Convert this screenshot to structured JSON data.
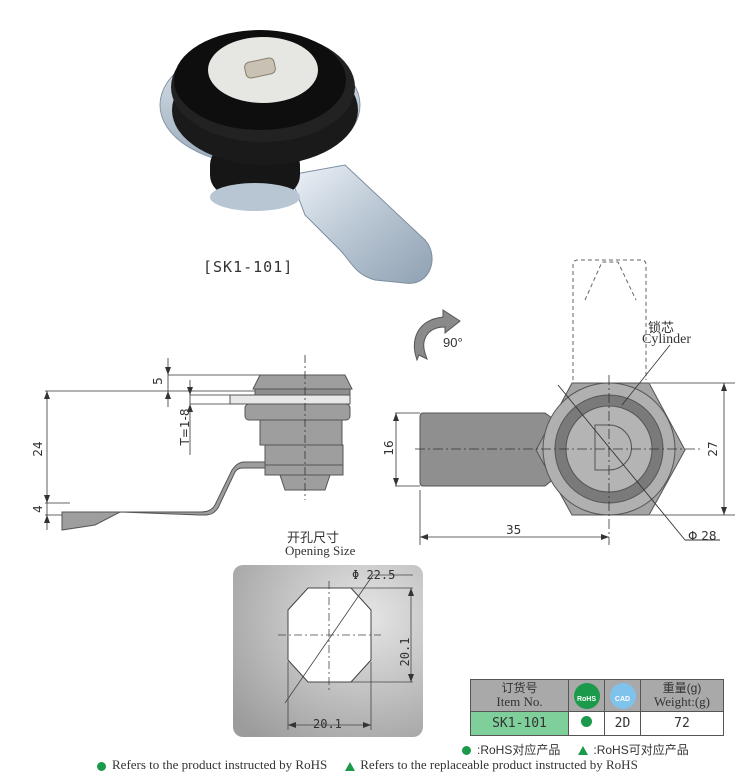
{
  "product": {
    "model_label": "[SK1-101]"
  },
  "side_view": {
    "dims": {
      "top_thickness": "5",
      "panel_thickness": "T=1-8",
      "height": "24",
      "cam_thickness": "4"
    }
  },
  "rotation": {
    "angle": "90°"
  },
  "front_view": {
    "cylinder_label_zh": "锁芯",
    "cylinder_label_en": "Cylinder",
    "dims": {
      "cam_width": "16",
      "cam_length": "35",
      "hex_size": "27",
      "diameter": "Φ 28"
    }
  },
  "opening": {
    "title_zh": "开孔尺寸",
    "title_en": "Opening Size",
    "dims": {
      "diameter": "Φ 22.5",
      "height": "20.1",
      "width": "20.1"
    }
  },
  "spec_table": {
    "headers": {
      "item_zh": "订货号",
      "item_en": "Item No.",
      "rohs_icon": "RoHS",
      "cad_icon": "CAD",
      "weight_zh": "重量(g)",
      "weight_en": "Weight:(g)"
    },
    "rows": [
      {
        "item": "SK1-101",
        "rohs": "●",
        "cad": "2D",
        "weight": "72"
      }
    ]
  },
  "legend": {
    "zh_rohs": ":RoHS对应产品",
    "zh_replaceable": ":RoHS可对应产品",
    "en_rohs": "Refers to the product instructed by RoHS",
    "en_replaceable": "Refers to the replaceable product instructed by RoHS"
  },
  "colors": {
    "rohs_green": "#1a9a4a",
    "cad_blue": "#7fc2ec",
    "item_cell_green": "#7fcf9a",
    "header_gray": "#a9a9a9"
  }
}
